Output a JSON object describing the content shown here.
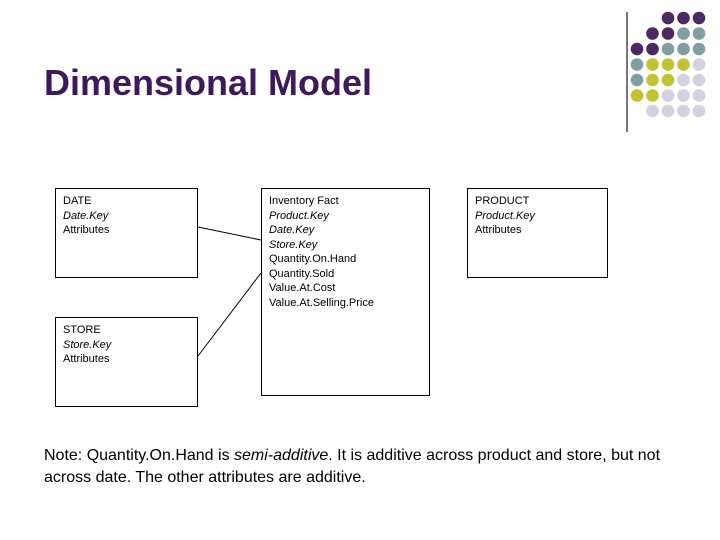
{
  "slide": {
    "title": "Dimensional Model"
  },
  "colors": {
    "title": "#3d1a5c",
    "dot_purple": "#4b2a63",
    "dot_teal": "#7f9fa3",
    "dot_olive": "#c3c233",
    "dot_lavender": "#d4d2e0",
    "rule": "#777777"
  },
  "entities": {
    "date": {
      "lines": [
        "DATE",
        "Date.Key",
        "Attributes"
      ]
    },
    "fact": {
      "lines": [
        "Inventory Fact",
        "Product.Key",
        "Date.Key",
        "Store.Key",
        "Quantity.On.Hand",
        "Quantity.Sold",
        "Value.At.Cost",
        "Value.At.Selling.Price"
      ]
    },
    "product": {
      "lines": [
        "PRODUCT",
        "Product.Key",
        "Attributes"
      ]
    },
    "store": {
      "lines": [
        "STORE",
        "Store.Key",
        "Attributes"
      ]
    }
  },
  "note": {
    "prefix": "Note:  Quantity.On.Hand is ",
    "emphasis": "semi-additive",
    "suffix": ".  It is additive across product and store, but not across date.  The other attributes are additive."
  }
}
